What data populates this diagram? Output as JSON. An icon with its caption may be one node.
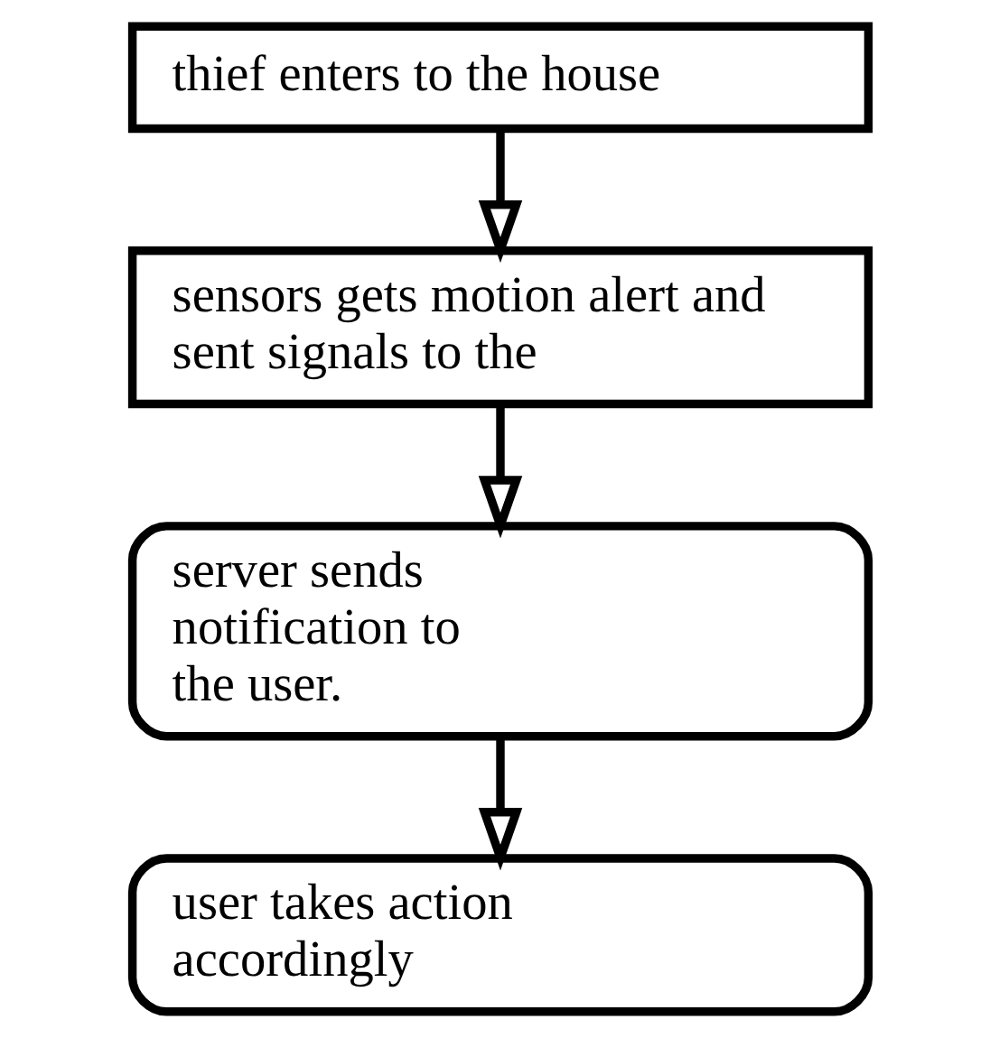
{
  "diagram": {
    "nodes": [
      {
        "text": [
          "thief enters to the house"
        ]
      },
      {
        "text": [
          "sensors gets motion alert and sent signals to the"
        ]
      },
      {
        "text": [
          "server sends notification to the user."
        ]
      },
      {
        "text": [
          "user takes action accordingly"
        ]
      }
    ],
    "edges": [
      {
        "from": 0,
        "to": 1,
        "arrow": "to"
      },
      {
        "from": 1,
        "to": 2,
        "arrow": "to"
      },
      {
        "from": 2,
        "to": 3,
        "arrow": "to"
      }
    ]
  }
}
